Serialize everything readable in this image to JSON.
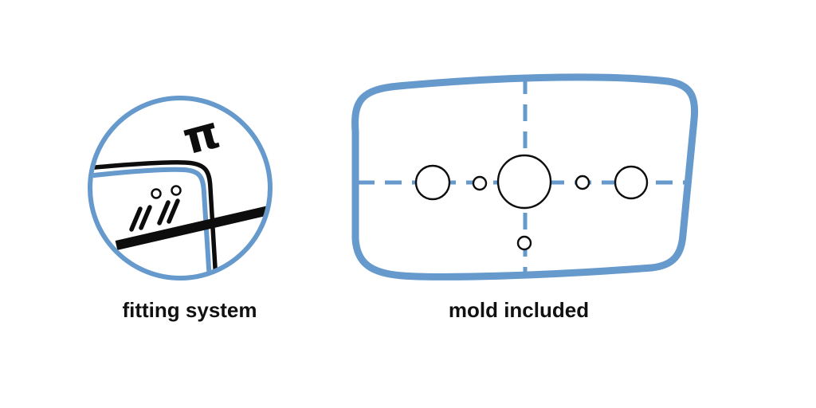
{
  "labels": {
    "fitting_system": "fitting system",
    "mold_included": "mold included"
  },
  "icons": {
    "pi_clip": "π"
  },
  "colors": {
    "accent_blue": "#6699cc",
    "line_black": "#0d0d0d",
    "background": "#ffffff"
  }
}
